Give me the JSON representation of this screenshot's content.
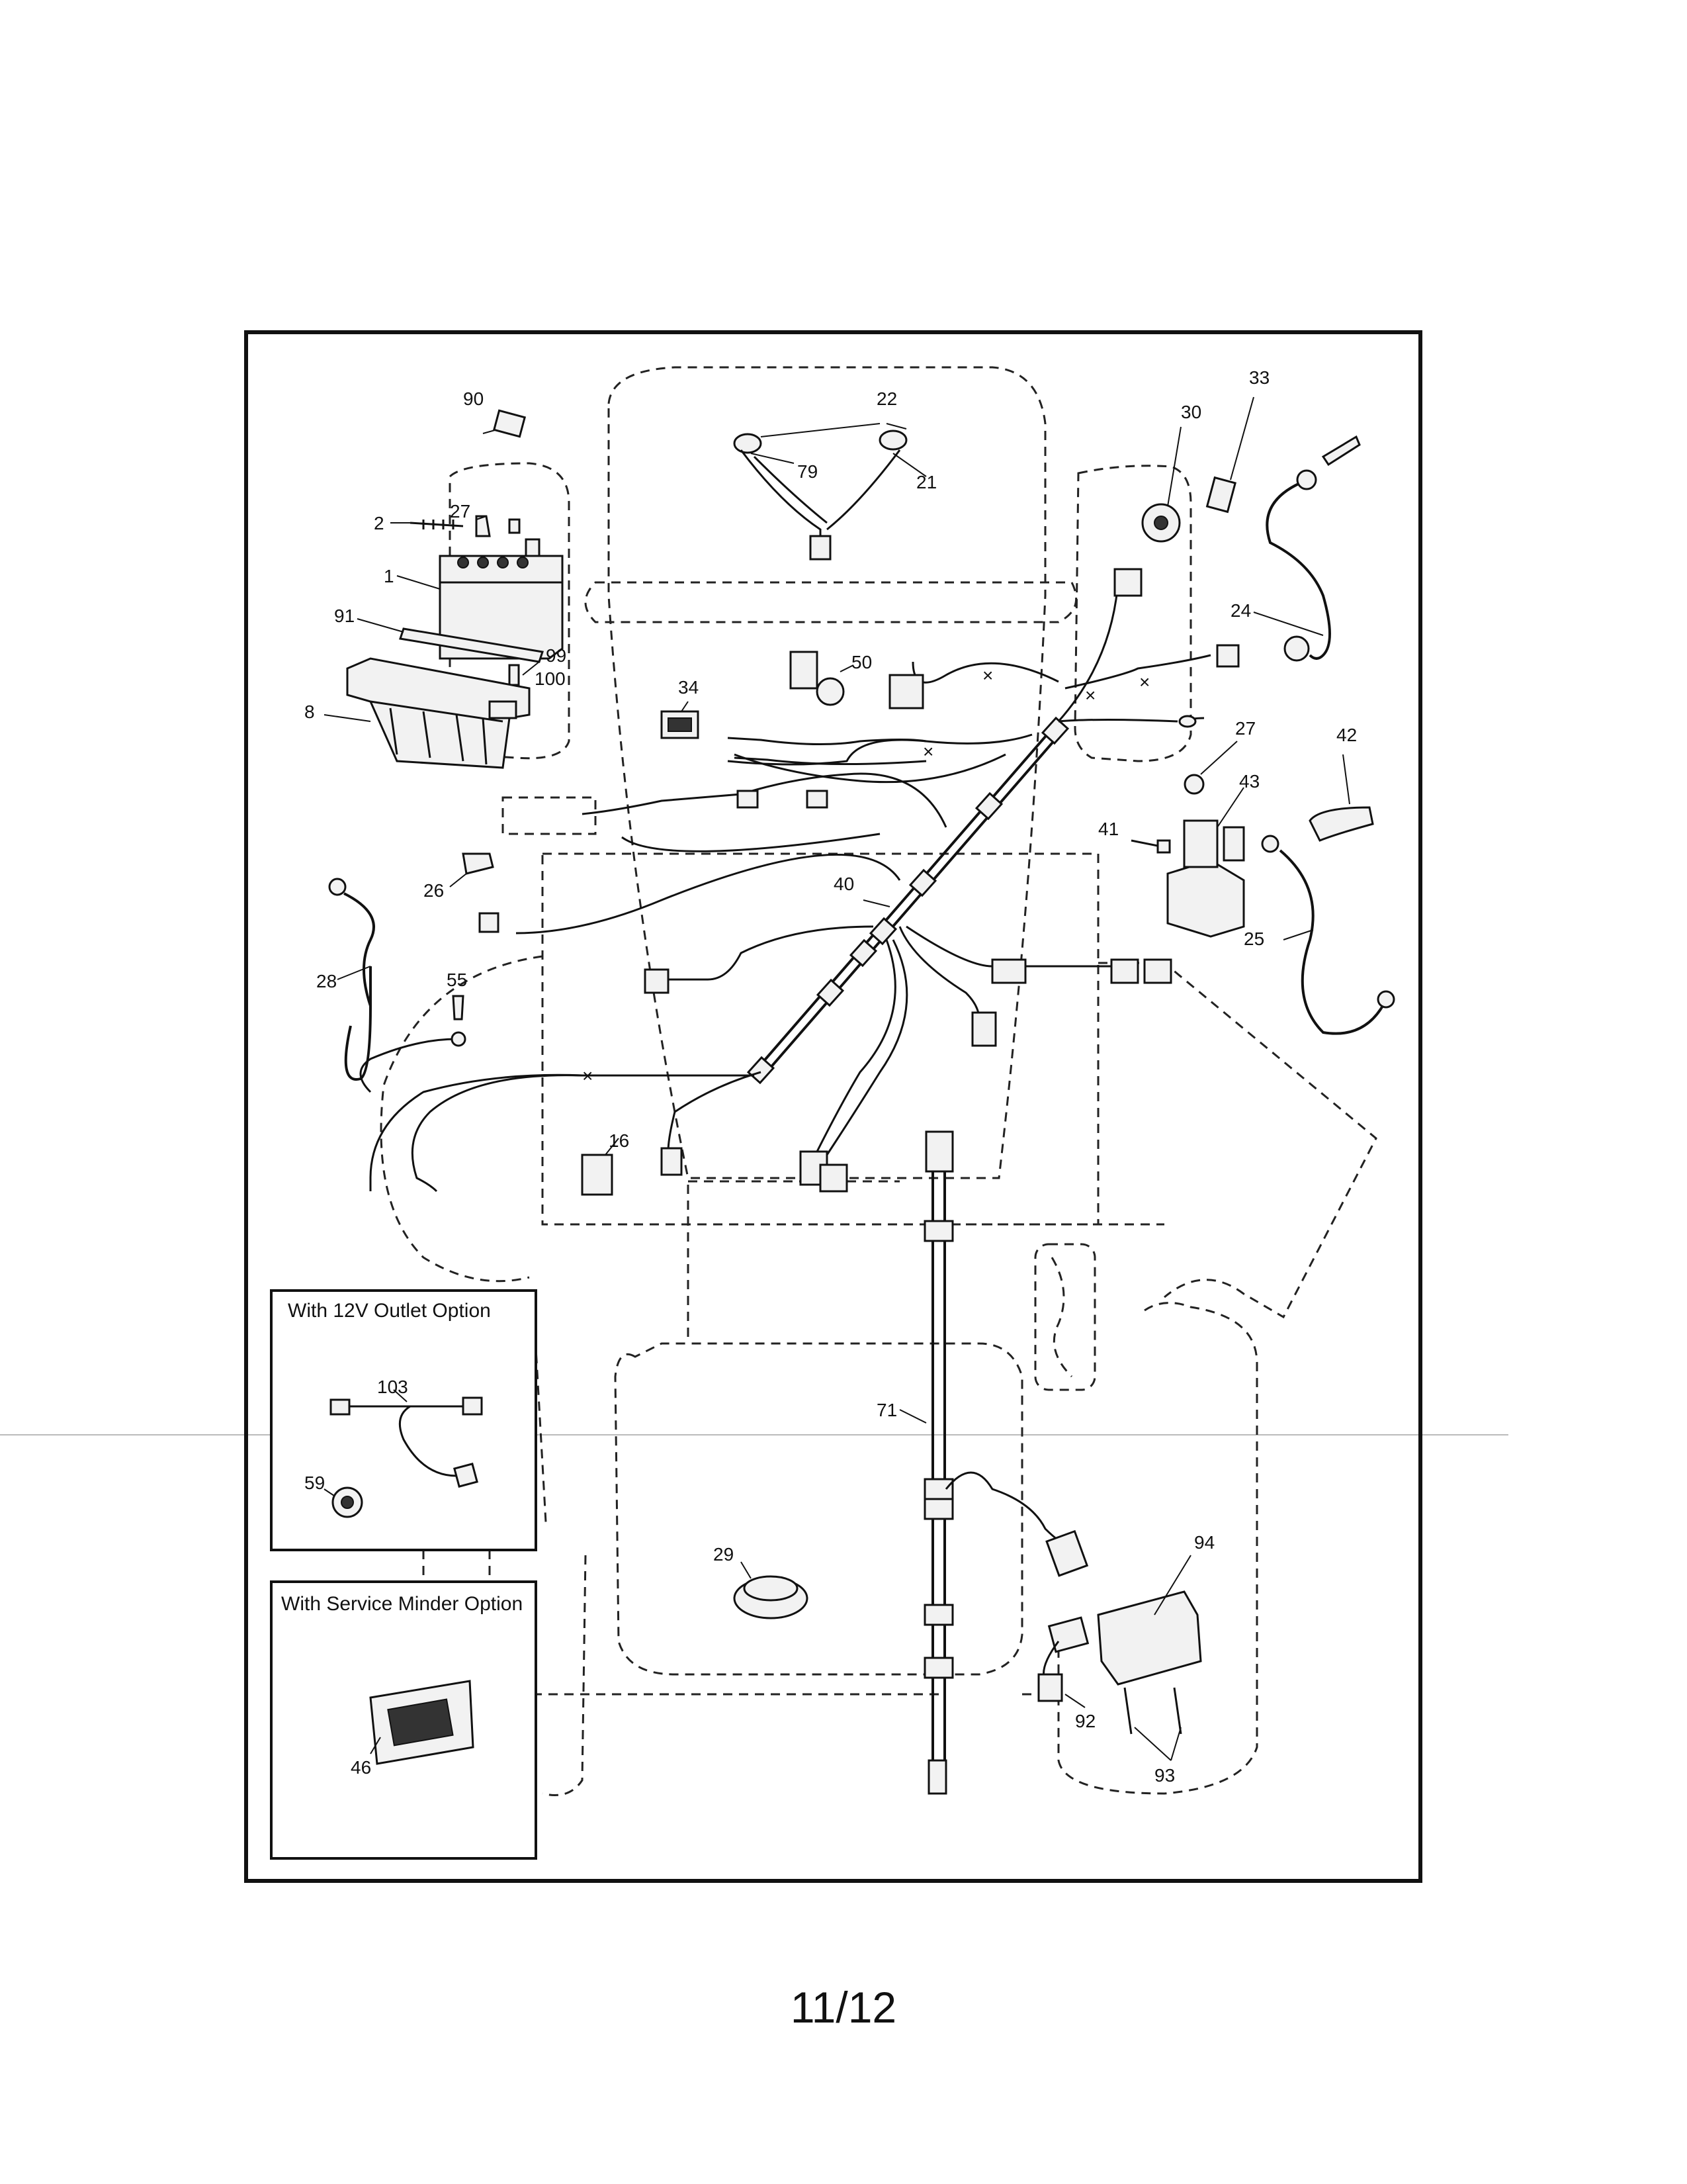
{
  "options": {
    "outlet_title": "With 12V Outlet Option",
    "minder_title": "With Service Minder Option"
  },
  "callouts": {
    "c90": "90",
    "c22": "22",
    "c79": "79",
    "c21": "21",
    "c30": "30",
    "c33": "33",
    "c27a": "27",
    "c2": "2",
    "c1": "1",
    "c91": "91",
    "c99": "99",
    "c100": "100",
    "c8": "8",
    "c34": "34",
    "c50": "50",
    "c24": "24",
    "c27b": "27",
    "c42": "42",
    "c43": "43",
    "c41": "41",
    "c26": "26",
    "c40": "40",
    "c25": "25",
    "c28": "28",
    "c55": "55",
    "c16": "16",
    "c103": "103",
    "c59": "59",
    "c71": "71",
    "c29": "29",
    "c94": "94",
    "c46": "46",
    "c92": "92",
    "c93": "93"
  },
  "page": {
    "number": "11/12"
  }
}
